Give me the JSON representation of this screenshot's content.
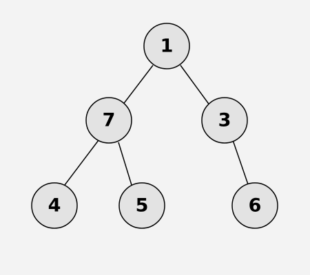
{
  "colors": {
    "background": "#f3f3f3",
    "node_fill": "#e3e3e3",
    "stroke": "#000000",
    "label": "#000000"
  },
  "tree": {
    "nodes": [
      {
        "id": "n1",
        "label": "1"
      },
      {
        "id": "n7",
        "label": "7"
      },
      {
        "id": "n3",
        "label": "3"
      },
      {
        "id": "n4",
        "label": "4"
      },
      {
        "id": "n5",
        "label": "5"
      },
      {
        "id": "n6",
        "label": "6"
      }
    ],
    "edges": [
      {
        "from": "n1",
        "to": "n7"
      },
      {
        "from": "n1",
        "to": "n3"
      },
      {
        "from": "n7",
        "to": "n4"
      },
      {
        "from": "n7",
        "to": "n5"
      },
      {
        "from": "n3",
        "to": "n6"
      }
    ]
  }
}
